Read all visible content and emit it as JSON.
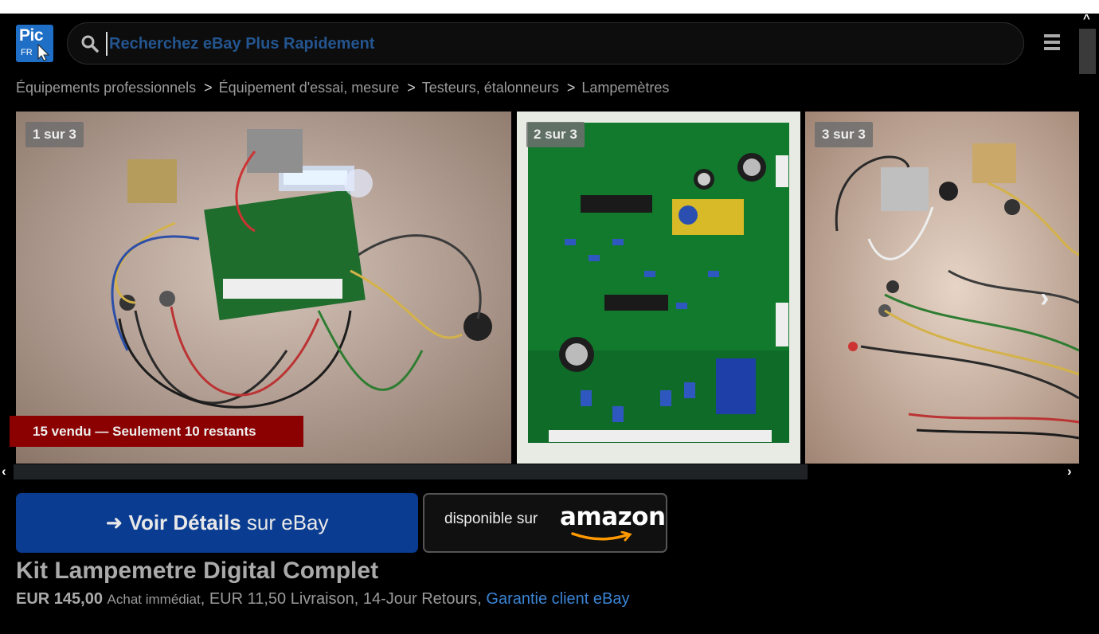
{
  "header": {
    "logo_text": "Pic",
    "logo_sub": "FR",
    "search_placeholder": "Recherchez eBay Plus Rapidement"
  },
  "breadcrumbs": [
    "Équipements professionnels",
    "Équipement d'essai, mesure",
    "Testeurs, étalonneurs",
    "Lampemètres"
  ],
  "breadcrumb_separator": ">",
  "gallery": {
    "slides": [
      {
        "counter": "1 sur 3"
      },
      {
        "counter": "2 sur 3"
      },
      {
        "counter": "3 sur 3"
      }
    ],
    "sold_banner": "15 vendu — Seulement 10 restants"
  },
  "buttons": {
    "ebay_arrow": "➜",
    "ebay_bold": "Voir Détails",
    "ebay_rest": "sur eBay",
    "amazon_prefix": "disponible sur",
    "amazon_logo": "amazon"
  },
  "product": {
    "title": "Kit Lampemetre Digital Complet",
    "price": "EUR 145,00",
    "buy_type": "Achat immédiat",
    "shipping": ", EUR 11,50 Livraison, 14-Jour Retours, ",
    "guarantee_link": "Garantie client eBay"
  },
  "colors": {
    "logo_blue": "#1f6fc7",
    "ebay_button": "#0a3d91",
    "sold_banner": "#8b0000",
    "link": "#3b84d4"
  }
}
